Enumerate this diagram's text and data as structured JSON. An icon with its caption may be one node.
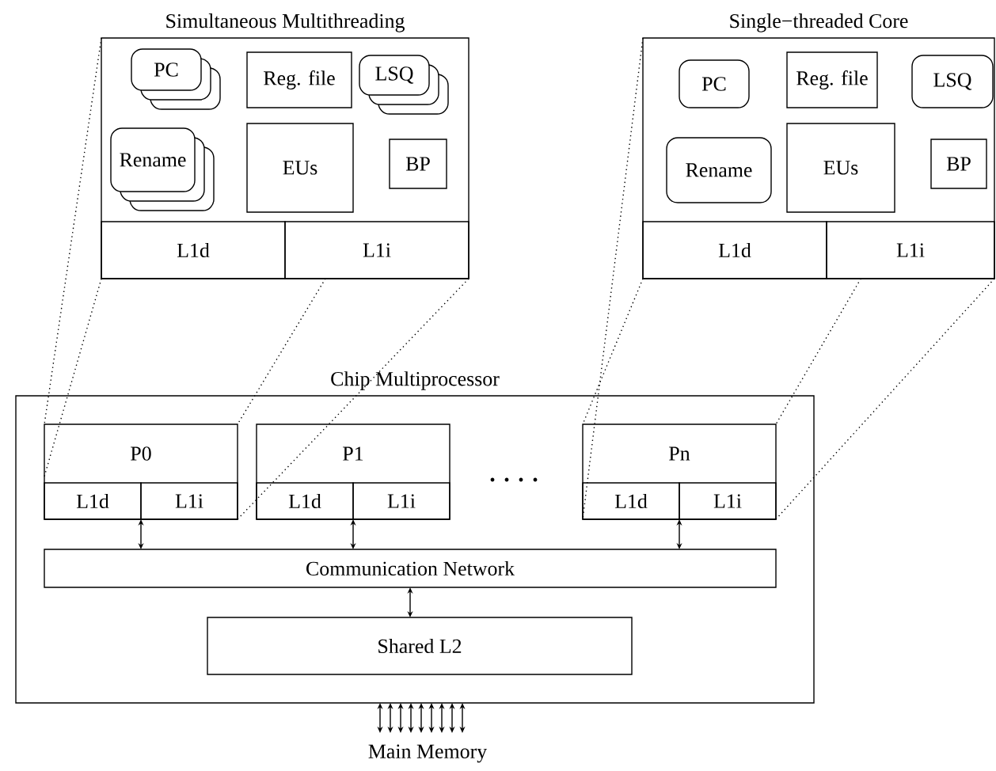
{
  "diagram": {
    "nodes": [
      {
        "text": [
          "Simultaneous Multithreading"
        ]
      },
      {
        "text": [
          "PC"
        ],
        "in": 0
      },
      {
        "text": [
          "Reg. file"
        ],
        "in": 0
      },
      {
        "text": [
          "LSQ"
        ],
        "in": 0
      },
      {
        "text": [
          "Rename"
        ],
        "in": 0
      },
      {
        "text": [
          "EUs"
        ],
        "in": 0
      },
      {
        "text": [
          "BP"
        ],
        "in": 0
      },
      {
        "text": [
          "L1d"
        ],
        "in": 0
      },
      {
        "text": [
          "L1i"
        ],
        "in": 0
      },
      {
        "text": [
          "Single−threaded Core"
        ]
      },
      {
        "text": [
          "PC"
        ],
        "in": 9
      },
      {
        "text": [
          "Reg. file"
        ],
        "in": 9
      },
      {
        "text": [
          "LSQ"
        ],
        "in": 9
      },
      {
        "text": [
          "Rename"
        ],
        "in": 9
      },
      {
        "text": [
          "EUs"
        ],
        "in": 9
      },
      {
        "text": [
          "BP"
        ],
        "in": 9
      },
      {
        "text": [
          "L1d"
        ],
        "in": 9
      },
      {
        "text": [
          "L1i"
        ],
        "in": 9
      },
      {
        "text": [
          "Chip Multiprocessor"
        ]
      },
      {
        "text": [
          "P0"
        ],
        "in": 18
      },
      {
        "text": [
          "L1d"
        ],
        "in": 19
      },
      {
        "text": [
          "L1i"
        ],
        "in": 19
      },
      {
        "text": [
          "P1"
        ],
        "in": 18
      },
      {
        "text": [
          "L1d"
        ],
        "in": 22
      },
      {
        "text": [
          "L1i"
        ],
        "in": 22
      },
      {
        "text": [
          "Pn"
        ],
        "in": 18
      },
      {
        "text": [
          "L1d"
        ],
        "in": 25
      },
      {
        "text": [
          "L1i"
        ],
        "in": 25
      },
      {
        "text": [
          "Communication Network"
        ],
        "in": 18
      },
      {
        "text": [
          "Shared L2"
        ],
        "in": 18
      },
      {
        "text": [
          "Main Memory"
        ]
      }
    ],
    "edges": [
      {
        "from": 19,
        "to": 28,
        "arrow": "both"
      },
      {
        "from": 22,
        "to": 28,
        "arrow": "both"
      },
      {
        "from": 25,
        "to": 28,
        "arrow": "both"
      },
      {
        "from": 28,
        "to": 29,
        "arrow": "both"
      },
      {
        "from": 18,
        "to": 30,
        "arrow": "both"
      },
      {
        "from": 18,
        "to": 30,
        "arrow": "both"
      },
      {
        "from": 18,
        "to": 30,
        "arrow": "both"
      },
      {
        "from": 18,
        "to": 30,
        "arrow": "both"
      },
      {
        "from": 18,
        "to": 30,
        "arrow": "both"
      },
      {
        "from": 18,
        "to": 30,
        "arrow": "both"
      },
      {
        "from": 18,
        "to": 30,
        "arrow": "both"
      },
      {
        "from": 18,
        "to": 30,
        "arrow": "both"
      },
      {
        "from": 18,
        "to": 30,
        "arrow": "both"
      },
      {
        "from": 0,
        "to": 19,
        "arrow": "none",
        "style": "dashed"
      },
      {
        "from": 0,
        "to": 19,
        "arrow": "none",
        "style": "dashed"
      },
      {
        "from": 0,
        "to": 19,
        "arrow": "none",
        "style": "dashed"
      },
      {
        "from": 0,
        "to": 19,
        "arrow": "none",
        "style": "dashed"
      },
      {
        "from": 9,
        "to": 25,
        "arrow": "none",
        "style": "dashed"
      },
      {
        "from": 9,
        "to": 25,
        "arrow": "none",
        "style": "dashed"
      },
      {
        "from": 9,
        "to": 25,
        "arrow": "none",
        "style": "dashed"
      },
      {
        "from": 9,
        "to": 25,
        "arrow": "none",
        "style": "dashed"
      }
    ]
  }
}
